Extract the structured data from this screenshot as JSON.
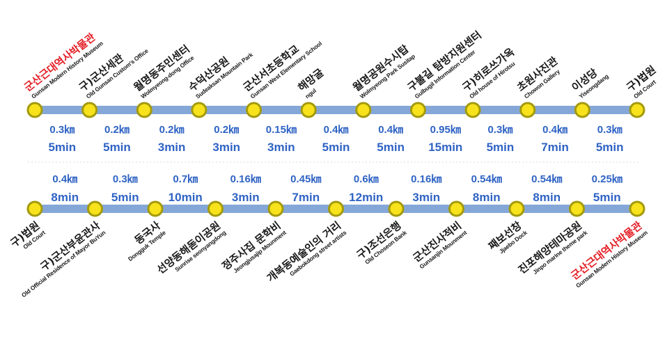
{
  "colors": {
    "line": "#85a7d8",
    "station_fill": "#f7e21b",
    "station_ring": "#a39a0c",
    "label": "#1a1a1a",
    "highlight": "#e41e26",
    "segment_text": "#2f63c4",
    "divider": "#d9d9d9"
  },
  "top_route": {
    "stations": [
      {
        "ko": "군산근대역사박물관",
        "en": "Gunsan Modern History Museum",
        "highlight": true
      },
      {
        "ko": "구)군산세관",
        "en": "Old Gunsan Custom's Office"
      },
      {
        "ko": "월명동주민센터",
        "en": "Wolmyeong-dong Office"
      },
      {
        "ko": "수덕산공원",
        "en": "Sudeaksan Mountain Park"
      },
      {
        "ko": "군산서초등학교",
        "en": "Gunsan West Elementary School"
      },
      {
        "ko": "해망굴",
        "en": "ngul"
      },
      {
        "ko": "월명공원수시탑",
        "en": "Wolmyeong Park Susitap"
      },
      {
        "ko": "구불길 탐방지원센터",
        "en": "Gulbugil Information Center"
      },
      {
        "ko": "구)히로쓰가옥",
        "en": "Old house of Hirotsu"
      },
      {
        "ko": "초원사진관",
        "en": "Chowon Gallery"
      },
      {
        "ko": "이성당",
        "en": "Yiseongdang"
      },
      {
        "ko": "구)법원",
        "en": "Old Court"
      }
    ],
    "segments": [
      {
        "distance": "0.3㎞",
        "time": "5min"
      },
      {
        "distance": "0.2㎞",
        "time": "5min"
      },
      {
        "distance": "0.2㎞",
        "time": "3min"
      },
      {
        "distance": "0.2㎞",
        "time": "3min"
      },
      {
        "distance": "0.15㎞",
        "time": "3min"
      },
      {
        "distance": "0.4㎞",
        "time": "5min"
      },
      {
        "distance": "0.4㎞",
        "time": "5min"
      },
      {
        "distance": "0.95㎞",
        "time": "15min"
      },
      {
        "distance": "0.3㎞",
        "time": "5min"
      },
      {
        "distance": "0.4㎞",
        "time": "7min"
      },
      {
        "distance": "0.3㎞",
        "time": "5min"
      }
    ]
  },
  "bottom_route": {
    "stations": [
      {
        "ko": "구)법원",
        "en": "Old Court"
      },
      {
        "ko": "구)군산부윤관사",
        "en": "Old Official Residence of Mayor BuYun"
      },
      {
        "ko": "동국사",
        "en": "Dongguk Temple"
      },
      {
        "ko": "선양동해돋이공원",
        "en": "Sunrise seonyangdong"
      },
      {
        "ko": "정주사집 문학비",
        "en": "Jeongjusajip Mounment"
      },
      {
        "ko": "개복동예술인의 거리",
        "en": "Gaebokdong street artists"
      },
      {
        "ko": "구)조선은행",
        "en": "Old Choseon Bank"
      },
      {
        "ko": "군산진사적비",
        "en": "Gunsanjin Mounment"
      },
      {
        "ko": "째보선창",
        "en": "Jjaebo Dock"
      },
      {
        "ko": "진포해양테마공원",
        "en": "Jinpo marine theme park"
      },
      {
        "ko": "군산근대역사박물관",
        "en": "Gunsan Modern History Museum",
        "highlight": true
      }
    ],
    "segments": [
      {
        "distance": "0.4㎞",
        "time": "8min"
      },
      {
        "distance": "0.3㎞",
        "time": "5min"
      },
      {
        "distance": "0.7㎞",
        "time": "10min"
      },
      {
        "distance": "0.16㎞",
        "time": "3min"
      },
      {
        "distance": "0.45㎞",
        "time": "7min"
      },
      {
        "distance": "0.6㎞",
        "time": "12min"
      },
      {
        "distance": "0.16㎞",
        "time": "3min"
      },
      {
        "distance": "0.54㎞",
        "time": "8min"
      },
      {
        "distance": "0.54㎞",
        "time": "8min"
      },
      {
        "distance": "0.25㎞",
        "time": "5min"
      }
    ]
  }
}
